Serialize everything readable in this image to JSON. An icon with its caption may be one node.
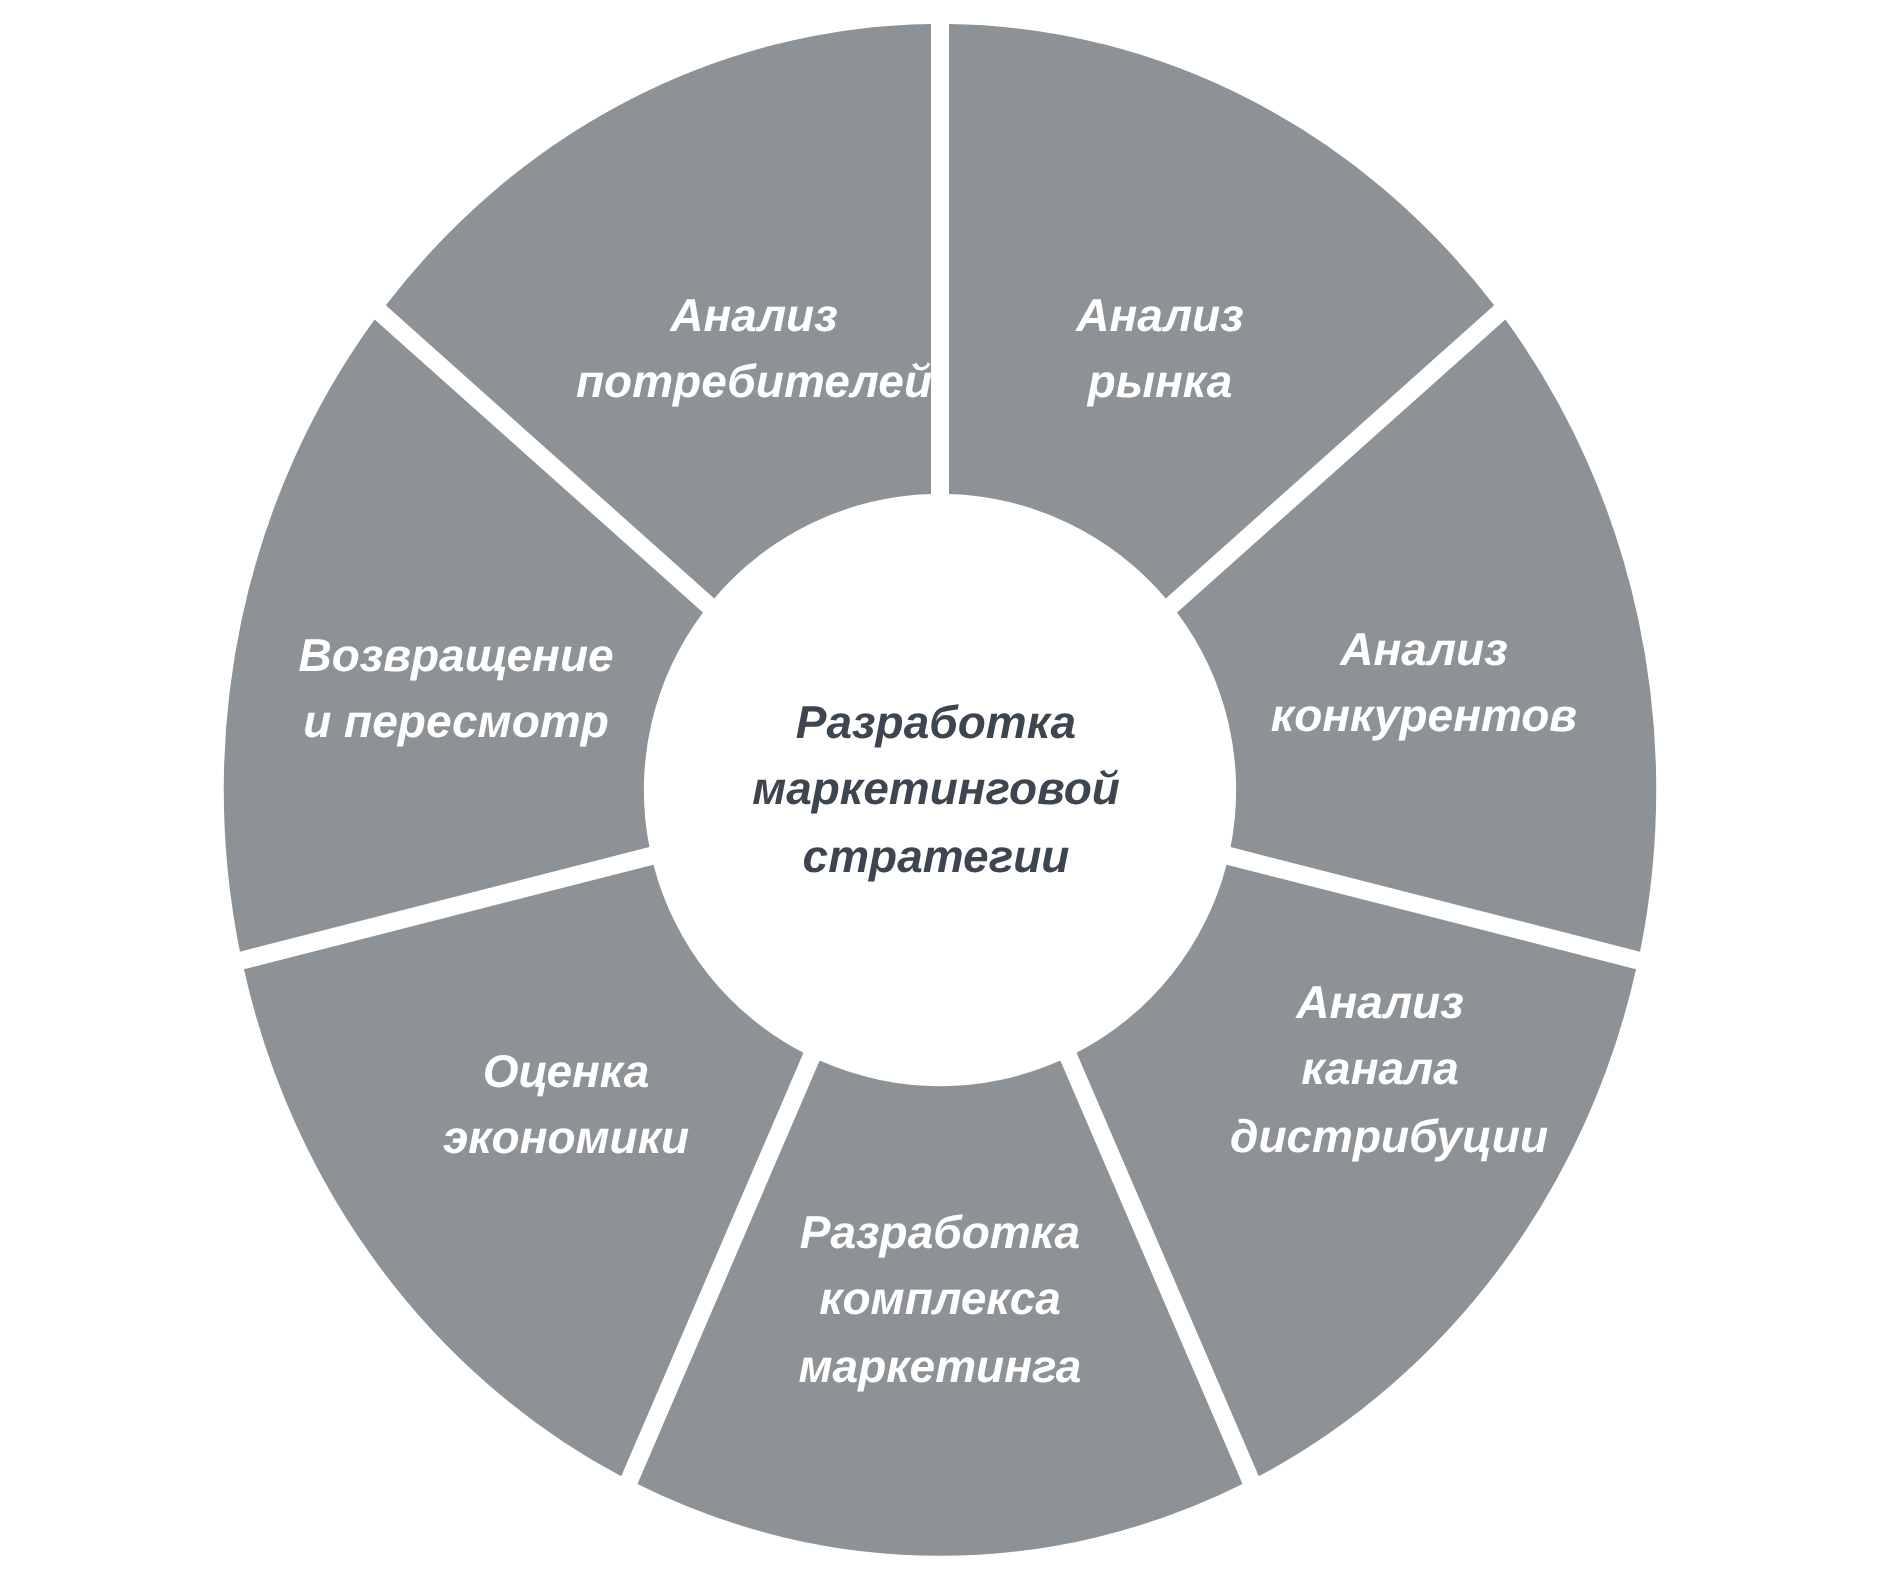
{
  "diagram": {
    "nodes": [
      {
        "text": [
          "Разработка маркетинговой стратегии"
        ]
      },
      {
        "text": [
          "Анализ рынка"
        ]
      },
      {
        "text": [
          "Анализ конкурентов"
        ]
      },
      {
        "text": [
          "Анализ канала дистрибуции"
        ]
      },
      {
        "text": [
          "Разработка комплекса маркетинга"
        ]
      },
      {
        "text": [
          "Оценка экономики"
        ]
      },
      {
        "text": [
          "Возвращение и пересмотр"
        ]
      },
      {
        "text": [
          "Анализ потребителей"
        ]
      }
    ]
  }
}
